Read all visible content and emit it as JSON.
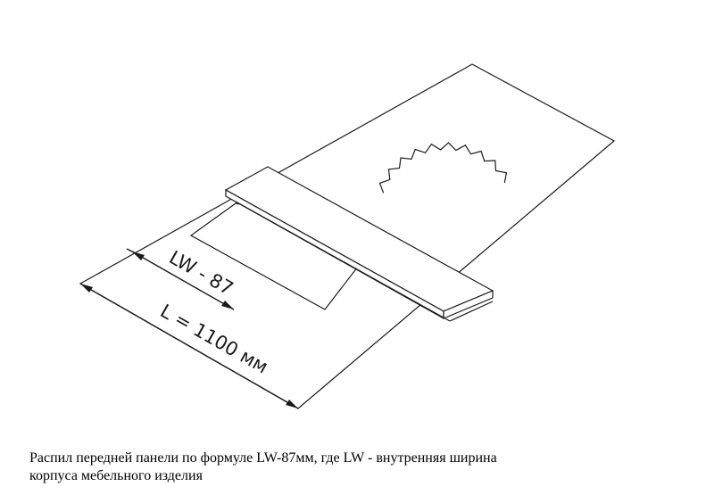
{
  "diagram": {
    "dimension_inner": "LW - 87",
    "dimension_total": "L = 1100 мм"
  },
  "caption": {
    "line1": "Распил передней панели по формуле LW-87мм, где LW - внутренняя ширина",
    "line2": "корпуса мебельного изделия"
  }
}
